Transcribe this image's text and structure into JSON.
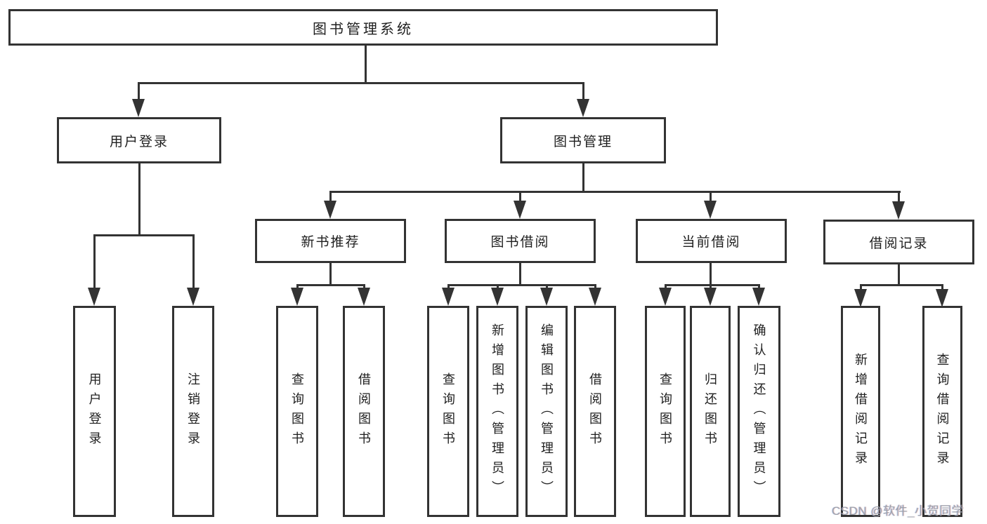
{
  "diagram": {
    "title": "图书管理系统",
    "nodes": [
      {
        "id": "root",
        "label": "图书管理系统",
        "level": 0,
        "parent": null
      },
      {
        "id": "user-login",
        "label": "用户登录",
        "level": 1,
        "parent": "root"
      },
      {
        "id": "book-mgmt",
        "label": "图书管理",
        "level": 1,
        "parent": "root"
      },
      {
        "id": "new-book-rec",
        "label": "新书推荐",
        "level": 2,
        "parent": "book-mgmt"
      },
      {
        "id": "book-borrow",
        "label": "图书借阅",
        "level": 2,
        "parent": "book-mgmt"
      },
      {
        "id": "current-borrow",
        "label": "当前借阅",
        "level": 2,
        "parent": "book-mgmt"
      },
      {
        "id": "borrow-records",
        "label": "借阅记录",
        "level": 2,
        "parent": "book-mgmt"
      },
      {
        "id": "leaf-user-login",
        "label": "用户登录",
        "level": 3,
        "parent": "user-login"
      },
      {
        "id": "leaf-logout",
        "label": "注销登录",
        "level": 3,
        "parent": "user-login"
      },
      {
        "id": "leaf-query-books-1",
        "label": "查询图书",
        "level": 3,
        "parent": "new-book-rec"
      },
      {
        "id": "leaf-borrow-books-1",
        "label": "借阅图书",
        "level": 3,
        "parent": "new-book-rec"
      },
      {
        "id": "leaf-query-books-2",
        "label": "查询图书",
        "level": 3,
        "parent": "book-borrow"
      },
      {
        "id": "leaf-add-book-admin",
        "label": "新增图书（管理员）",
        "level": 3,
        "parent": "book-borrow"
      },
      {
        "id": "leaf-edit-book-admin",
        "label": "编辑图书（管理员）",
        "level": 3,
        "parent": "book-borrow"
      },
      {
        "id": "leaf-borrow-books-2",
        "label": "借阅图书",
        "level": 3,
        "parent": "book-borrow"
      },
      {
        "id": "leaf-query-books-3",
        "label": "查询图书",
        "level": 3,
        "parent": "current-borrow"
      },
      {
        "id": "leaf-return-books",
        "label": "归还图书",
        "level": 3,
        "parent": "current-borrow"
      },
      {
        "id": "leaf-confirm-return-admin",
        "label": "确认归还（管理员）",
        "level": 3,
        "parent": "current-borrow"
      },
      {
        "id": "leaf-add-borrow-record",
        "label": "新增借阅记录",
        "level": 3,
        "parent": "borrow-records"
      },
      {
        "id": "leaf-query-borrow-record",
        "label": "查询借阅记录",
        "level": 3,
        "parent": "borrow-records"
      }
    ]
  },
  "watermark": {
    "text": "CSDN @软件_小贺同学"
  },
  "colors": {
    "line": "#333333",
    "box_border": "#333333",
    "box_fill": "#ffffff",
    "text": "#1f1f1f",
    "background": "#ffffff",
    "watermark": "#9aa0aa"
  }
}
